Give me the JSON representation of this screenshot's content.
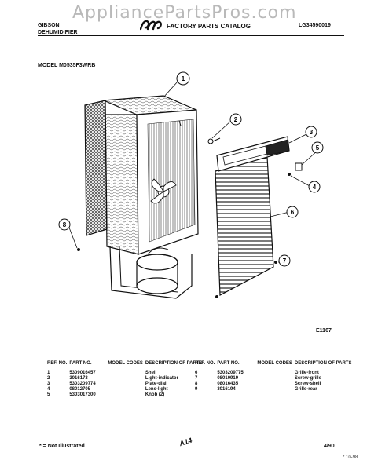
{
  "watermark": "AppliancePartsPros.com",
  "header": {
    "brand_line1": "GIBSON",
    "brand_line2": "DEHUMIDIFIER",
    "catalog_title": "FACTORY PARTS CATALOG",
    "document_number": "LG34590019"
  },
  "model_label": "MODEL M0535F3WRB",
  "figure": {
    "code": "E1167",
    "callouts": [
      "1",
      "2",
      "3",
      "4",
      "5",
      "6",
      "7",
      "8"
    ]
  },
  "parts_table": {
    "headers": {
      "ref_no": "REF. NO.",
      "part_no": "PART NO.",
      "model_codes": "MODEL CODES",
      "description": "DESCRIPTION OF PARTS"
    },
    "left": [
      {
        "ref": "1",
        "part": "5309016457",
        "codes": "",
        "desc": "Shell"
      },
      {
        "ref": "2",
        "part": "3016173",
        "codes": "",
        "desc": "Light-indicator"
      },
      {
        "ref": "3",
        "part": "5303209774",
        "codes": "",
        "desc": "Plate-dial"
      },
      {
        "ref": "4",
        "part": "08012705",
        "codes": "",
        "desc": "Lens-light"
      },
      {
        "ref": "5",
        "part": "5303017300",
        "codes": "",
        "desc": "Knob (2)"
      }
    ],
    "right": [
      {
        "ref": "6",
        "part": "5303209775",
        "codes": "",
        "desc": "Grille-front"
      },
      {
        "ref": "7",
        "part": "08010919",
        "codes": "",
        "desc": "Screw-grille"
      },
      {
        "ref": "8",
        "part": "08016435",
        "codes": "",
        "desc": "Screw-shell"
      },
      {
        "ref": "9",
        "part": "3016194",
        "codes": "",
        "desc": "Grille-rear"
      }
    ]
  },
  "footer": {
    "note": "* = Not Illustrated",
    "page_code": "A14",
    "date": "4/90",
    "stamp": "* 10-98"
  }
}
